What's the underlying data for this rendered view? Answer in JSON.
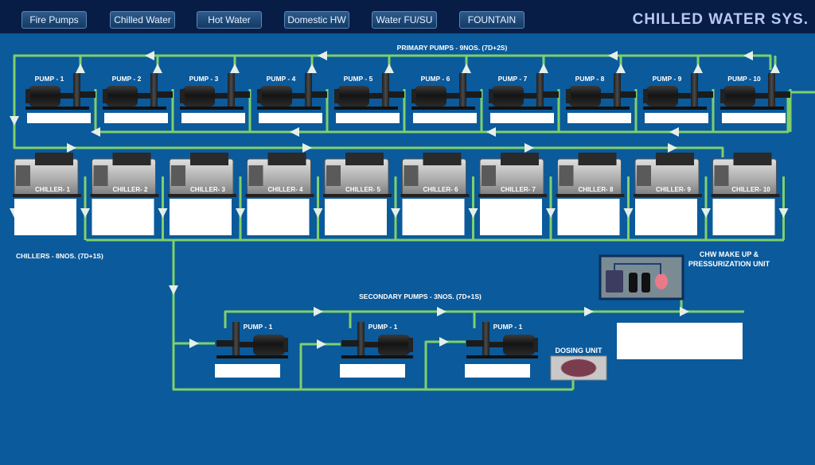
{
  "nav": {
    "fire_pumps": "Fire Pumps",
    "chilled_water": "Chilled Water",
    "hot_water": "Hot Water",
    "domestic_hw": "Domestic HW",
    "water_fu_su": "Water FU/SU",
    "fountain": "FOUNTAIN"
  },
  "system_title": "CHILLED WATER SYS.",
  "primary": {
    "title": "PRIMARY PUMPS - 9NOS. (7D+2S)",
    "pumps": [
      "PUMP - 1",
      "PUMP - 2",
      "PUMP - 3",
      "PUMP - 4",
      "PUMP - 5",
      "PUMP - 6",
      "PUMP - 7",
      "PUMP - 8",
      "PUMP - 9",
      "PUMP - 10"
    ]
  },
  "chillers": {
    "title": "CHILLERS - 8NOS. (7D+1S)",
    "units": [
      "CHILLER- 1",
      "CHILLER- 2",
      "CHILLER- 3",
      "CHILLER- 4",
      "CHILLER- 5",
      "CHILLER- 6",
      "CHILLER- 7",
      "CHILLER- 8",
      "CHILLER- 9",
      "CHILLER- 10"
    ]
  },
  "secondary": {
    "title": "SECONDARY PUMPS - 3NOS. (7D+1S)",
    "pumps": [
      "PUMP - 1",
      "PUMP - 1",
      "PUMP - 1"
    ]
  },
  "makeup_unit": {
    "title_line1": "CHW MAKE UP &",
    "title_line2": "PRESSURIZATION UNIT"
  },
  "dosing_unit": {
    "title": "DOSING UNIT"
  },
  "colors": {
    "background": "#0a5a9c",
    "topbar": "#071d45",
    "pipe": "#7fd06a",
    "arrow": "#e6efe6",
    "title": "#b9c6f6"
  }
}
